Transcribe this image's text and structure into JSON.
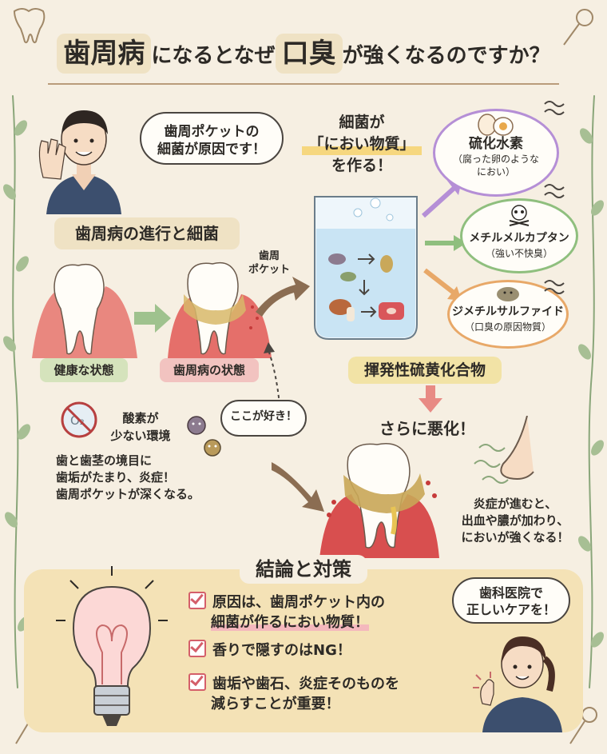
{
  "header": {
    "highlight_1": "歯周病",
    "text_1": "になるとなぜ",
    "highlight_2": "口臭",
    "text_2": "が強くなるのですか？"
  },
  "doctor": {
    "speech_line1": "歯周ポケットの",
    "speech_line2": "細菌が原因です！"
  },
  "progression": {
    "title": "歯周病の進行と細菌",
    "healthy_label": "健康な状態",
    "disease_label": "歯周病の状態",
    "pocket_line1": "歯周",
    "pocket_line2": "ポケット"
  },
  "bacteria": {
    "line1": "細菌が",
    "line2": "「におい物質」",
    "line3": "を作る！"
  },
  "gases": {
    "gas1_name": "硫化水素",
    "gas1_note_line1": "（腐った卵のような",
    "gas1_note_line2": "におい）",
    "gas2_name": "メチルメルカプタン",
    "gas2_note": "（強い不快臭）",
    "gas3_name": "ジメチルサルファイド",
    "gas3_note": "（口臭の原因物質）",
    "compound_label": "揮発性硫黄化合物"
  },
  "environment": {
    "oxygen_line1": "酸素が",
    "oxygen_line2": "少ない環境",
    "likes_here": "ここが好き！",
    "cause_line1": "歯と歯茎の境目に",
    "cause_line2": "歯垢がたまり、炎症！",
    "cause_line3": "歯周ポケットが深くなる。"
  },
  "worsening": {
    "title": "さらに悪化！",
    "line1": "炎症が進むと、",
    "line2": "出血や膿が加わり、",
    "line3": "においが強くなる！"
  },
  "conclusion": {
    "title": "結論と対策",
    "item1_line1": "原因は、歯周ポケット内の",
    "item1_line2": "細菌が作るにおい物質！",
    "item2": "香りで隠すのはNG！",
    "item3_line1": "歯垢や歯石、炎症そのものを",
    "item3_line2": "減らすことが重要！",
    "dentist_line1": "歯科医院で",
    "dentist_line2": "正しいケアを！"
  },
  "colors": {
    "background": "#f6efe2",
    "gum": "#e9877f",
    "cloud_purple": "#b58fd6",
    "cloud_green": "#8fbf7e",
    "cloud_orange": "#e8a868",
    "accent_pink": "#d45f6a"
  }
}
